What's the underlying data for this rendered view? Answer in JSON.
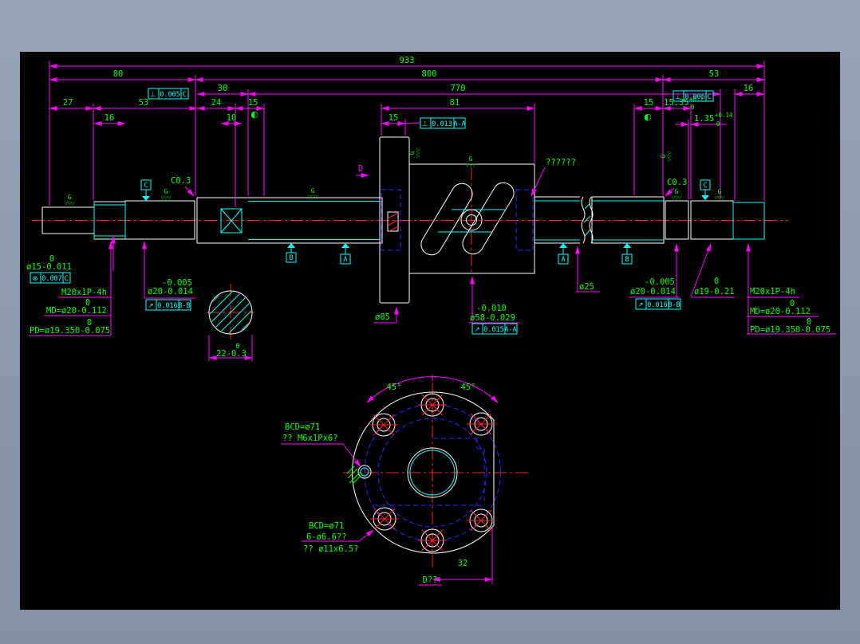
{
  "colors": {
    "canvas_bg": "#000000",
    "surround_bg": "#8c99ab",
    "dimension_lines": "#ff00ff",
    "dimension_text": "#00ff00",
    "detail_lines": "#00ffff",
    "outline": "#ffffff",
    "centerline": "#ff2020",
    "hidden_lines": "#2a2aff"
  },
  "t": {
    "d933": "933",
    "d80": "80",
    "d800": "800",
    "d53a": "53",
    "d30": "30",
    "d770": "770",
    "d16b": "16",
    "d27": "27",
    "d53b": "53",
    "d24": "24",
    "d15a": "15",
    "d81": "81",
    "d15c": "15",
    "d1535": "15.35",
    "d1535sup": "+0.1",
    "d1535sub": "0",
    "d16a": "16",
    "d10": "10",
    "d15b": "15",
    "d135": "1.35",
    "d135sup": "+0.14",
    "d135sub": "0",
    "d32": "32",
    "a45l": "45°",
    "a45r": "45°",
    "c03l": "C0.3",
    "c03r": "C0.3",
    "q6": "??????",
    "dview": "D",
    "dtitle": "D??",
    "phi15top": "0",
    "phi15": "ø15-0.011",
    "m20l": "M20x1P-4h",
    "mdtopl": "0",
    "mdl": "MD=ø20-0.112",
    "pdtopl": "0",
    "pdl": "PD=ø19.350-0.075",
    "tol20topl": "-0.005",
    "tol20l": "ø20-0.014",
    "sec22top": "0",
    "sec22": "22-0.3",
    "phi85": "ø85",
    "tol58top": "-0.010",
    "tol58": "ø58-0.029",
    "phi25": "ø25",
    "tol20topr": "-0.005",
    "tol20r": "ø20-0.014",
    "phi19top": "0",
    "phi19": "ø19-0.21",
    "m20r": "M20x1P-4h",
    "mdtopr": "0",
    "mdr": "MD=ø20-0.112",
    "pdtopr": "0",
    "pdr": "PD=ø19.350-0.075",
    "bcd1": "BCD=ø71",
    "m6": "?? M6x1Px6?",
    "bcd2": "BCD=ø71",
    "hole6": "6-ø6.6??",
    "hole11": "?? ø11x6.5?",
    "f1sym": "⊥",
    "f1val": "0.005",
    "f1dat": "C",
    "f2sym": "⊥",
    "f2val": "0.013",
    "f2dat": "A-A",
    "f3sym": "⊥",
    "f3val": "0.005",
    "f3dat": "C",
    "f4sym": "⊗",
    "f4val": "0.007",
    "f4dat": "C",
    "f5sym": "↗",
    "f5val": "0.016",
    "f5dat": "B-B",
    "f6sym": "↗",
    "f6val": "0.015",
    "f6dat": "A-A",
    "f7sym": "↗",
    "f7val": "0.016",
    "f7dat": "B-B",
    "datC1": "C",
    "datC2": "C",
    "datB1": "B",
    "datA1": "A",
    "datA2": "A",
    "datB2": "B",
    "g": "G",
    "tri": "▽▽▽",
    "hc": "◐"
  }
}
